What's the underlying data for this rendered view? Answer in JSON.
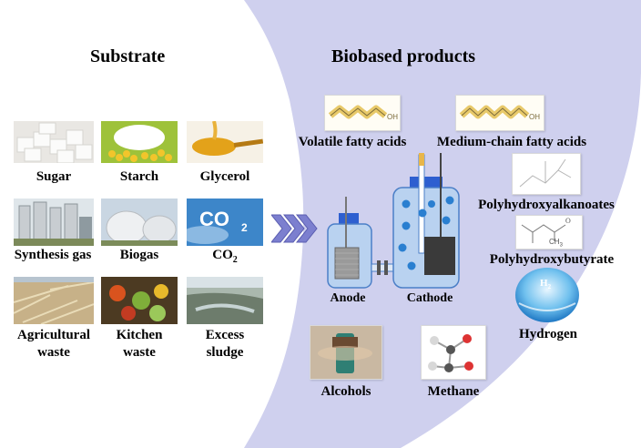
{
  "substrate_title": "Substrate",
  "products_title": "Biobased products",
  "substrates": [
    {
      "label": "Sugar",
      "icon": "sugar-cubes-photo"
    },
    {
      "label": "Starch",
      "icon": "corn-starch-photo"
    },
    {
      "label": "Glycerol",
      "icon": "glycerol-spoon-photo"
    },
    {
      "label": "Synthesis gas",
      "icon": "gas-plant-photo"
    },
    {
      "label": "Biogas",
      "icon": "biogas-tanks-photo"
    },
    {
      "label": "CO",
      "sub": "2",
      "icon": "co2-cloud-photo"
    },
    {
      "label_line1": "Agricultural",
      "label_line2": "waste",
      "icon": "straw-field-photo"
    },
    {
      "label_line1": "Kitchen",
      "label_line2": "waste",
      "icon": "food-scraps-photo"
    },
    {
      "label_line1": "Excess",
      "label_line2": "sludge",
      "icon": "sludge-pond-photo"
    }
  ],
  "products": {
    "vfa": "Volatile fatty acids",
    "mcfa": "Medium-chain fatty acids",
    "pha": "Polyhydroxyalkanoates",
    "phb": "Polyhydroxybutyrate",
    "phb_formula": "CH",
    "phb_formula_sub": "3",
    "phb_o": "O",
    "hydrogen": "Hydrogen",
    "hydrogen_symbol": "H",
    "hydrogen_symbol_sub": "2",
    "alcohols": "Alcohols",
    "methane": "Methane"
  },
  "reactor": {
    "anode": "Anode",
    "cathode": "Cathode"
  },
  "colors": {
    "lavender": "#cfd0ee",
    "arrow": "#7c7fcf",
    "bottle": "#b9d2f0",
    "cap": "#2e5fd0",
    "molecule": "#e8c96a"
  }
}
